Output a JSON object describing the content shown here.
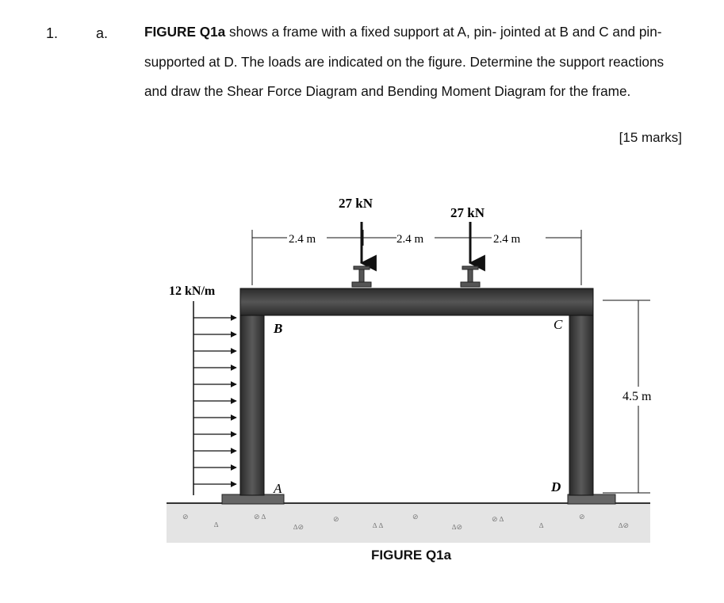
{
  "question": {
    "number": "1.",
    "part": "a.",
    "figure_ref": "FIGURE Q1a",
    "text": "shows a frame with a fixed support at A, pin- jointed at B and C and pin-supported at D. The loads are indicated on the figure. Determine the support reactions and draw the Shear Force Diagram and Bending Moment Diagram for the frame.",
    "marks": "[15 marks]"
  },
  "figure": {
    "caption": "FIGURE Q1a",
    "load1": "27 kN",
    "load2": "27 kN",
    "udl": "12 kN/m",
    "span1": "2.4 m",
    "span2": "2.4 m",
    "span3": "2.4 m",
    "height": "4.5 m",
    "label_a": "A",
    "label_b": "B",
    "label_c": "C",
    "label_d": "D"
  }
}
